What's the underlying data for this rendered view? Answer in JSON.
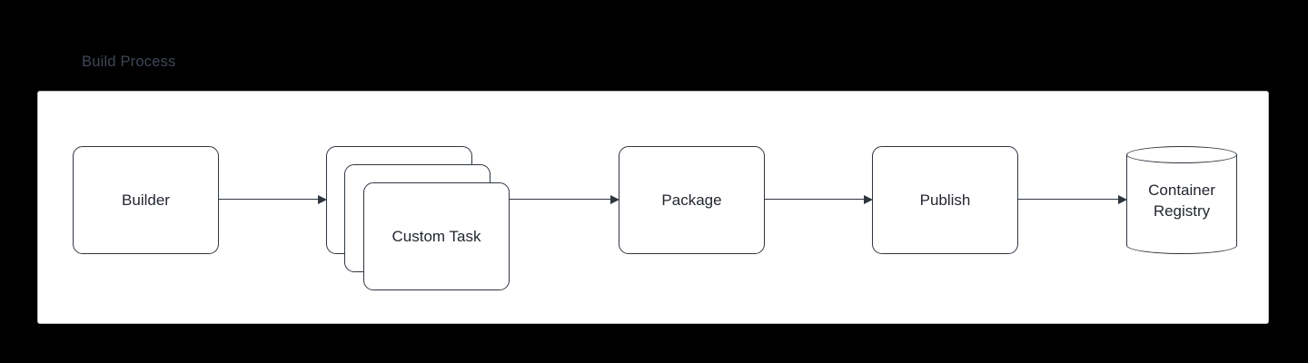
{
  "page": {
    "background_color": "#000000",
    "title": "Build Process",
    "title_color": "#3f4756"
  },
  "container": {
    "name": "build-process-group",
    "fill": "#ffffff",
    "border_color": "#b9bcc4"
  },
  "style": {
    "node_fill": "#ffffff",
    "node_border": "#2f3640",
    "node_text": "#23272f",
    "connector_color": "#2f3640"
  },
  "nodes": [
    {
      "id": "builder",
      "label": "Builder",
      "shape": "rounded-rect"
    },
    {
      "id": "custom-task-back",
      "label": "",
      "shape": "rounded-rect"
    },
    {
      "id": "custom-task-mid",
      "label": "",
      "shape": "rounded-rect"
    },
    {
      "id": "custom-task-front",
      "label": "Custom Task",
      "shape": "rounded-rect"
    },
    {
      "id": "package",
      "label": "Package",
      "shape": "rounded-rect"
    },
    {
      "id": "publish",
      "label": "Publish",
      "shape": "rounded-rect"
    },
    {
      "id": "container-registry",
      "label_line1": "Container",
      "label_line2": "Registry",
      "shape": "cylinder"
    }
  ],
  "connectors": [
    {
      "id": "builder-to-custom-task",
      "from": "builder",
      "to": "custom-task-back",
      "arrow": "end"
    },
    {
      "id": "custom-task-to-package",
      "from": "custom-task-front",
      "to": "package",
      "arrow": "end"
    },
    {
      "id": "package-to-publish",
      "from": "package",
      "to": "publish",
      "arrow": "end"
    },
    {
      "id": "publish-to-registry",
      "from": "publish",
      "to": "container-registry",
      "arrow": "end"
    }
  ]
}
